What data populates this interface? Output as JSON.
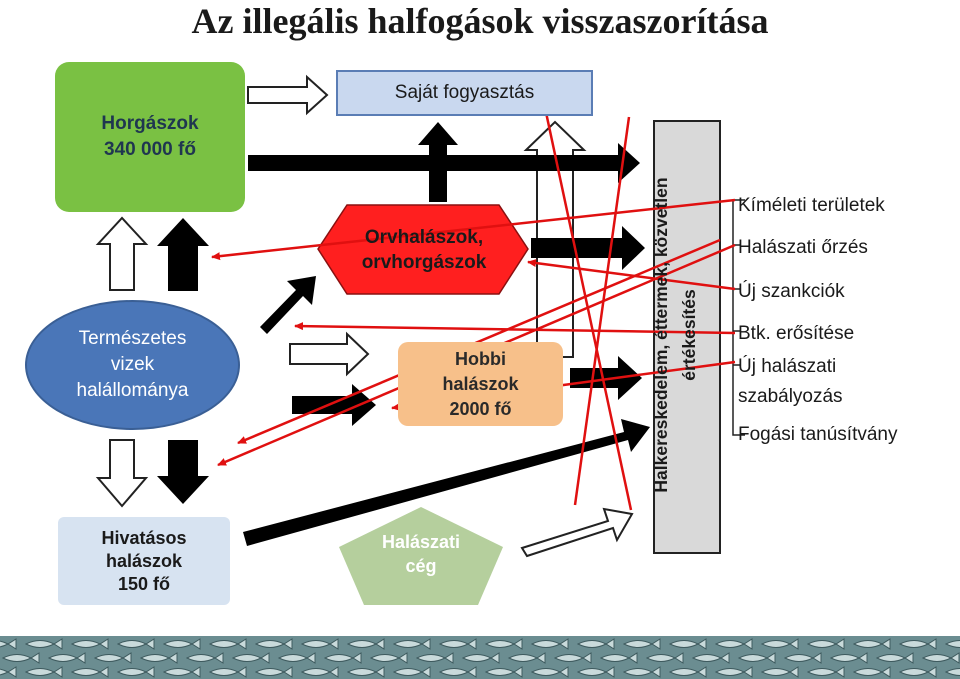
{
  "title": "Az illegális halfogások visszaszorítása",
  "nodes": {
    "horgaszok": "Horgászok\n340 000 fő",
    "termeszetes": "Természetes\nvizek\nhalállománya",
    "hivatasos": "Hivatásos\nhalászok\n150 fő",
    "sajat": "Saját fogyasztás",
    "orvhalaszok": "Orvhalászok,\norvhorgászok",
    "hobbi": "Hobbi\nhalászok\n2000 fő",
    "halaszati_ceg": "Halászati\ncég",
    "retail": "Halkereskedelem, éttermek, közvetlen\nértékesítés"
  },
  "measures": [
    "Kíméleti területek",
    "Halászati őrzés",
    "Új szankciók",
    "Btk. erősítése",
    "Új halászati",
    "szabályozás",
    "Fogási tanúsítvány"
  ],
  "colors": {
    "horgaszok": "#7ac143",
    "termeszetes": "#4a76b8",
    "hivatasos": "#d7e3f1",
    "sajat": "#c9d8ef",
    "orvhalaszok": "#ff1f1f",
    "hobbi": "#f7c08a",
    "halaszati_ceg": "#b5cf9d",
    "retail": "#d9d9d9",
    "red_lines": "#e01010",
    "fish_band": "#6b8d91"
  }
}
